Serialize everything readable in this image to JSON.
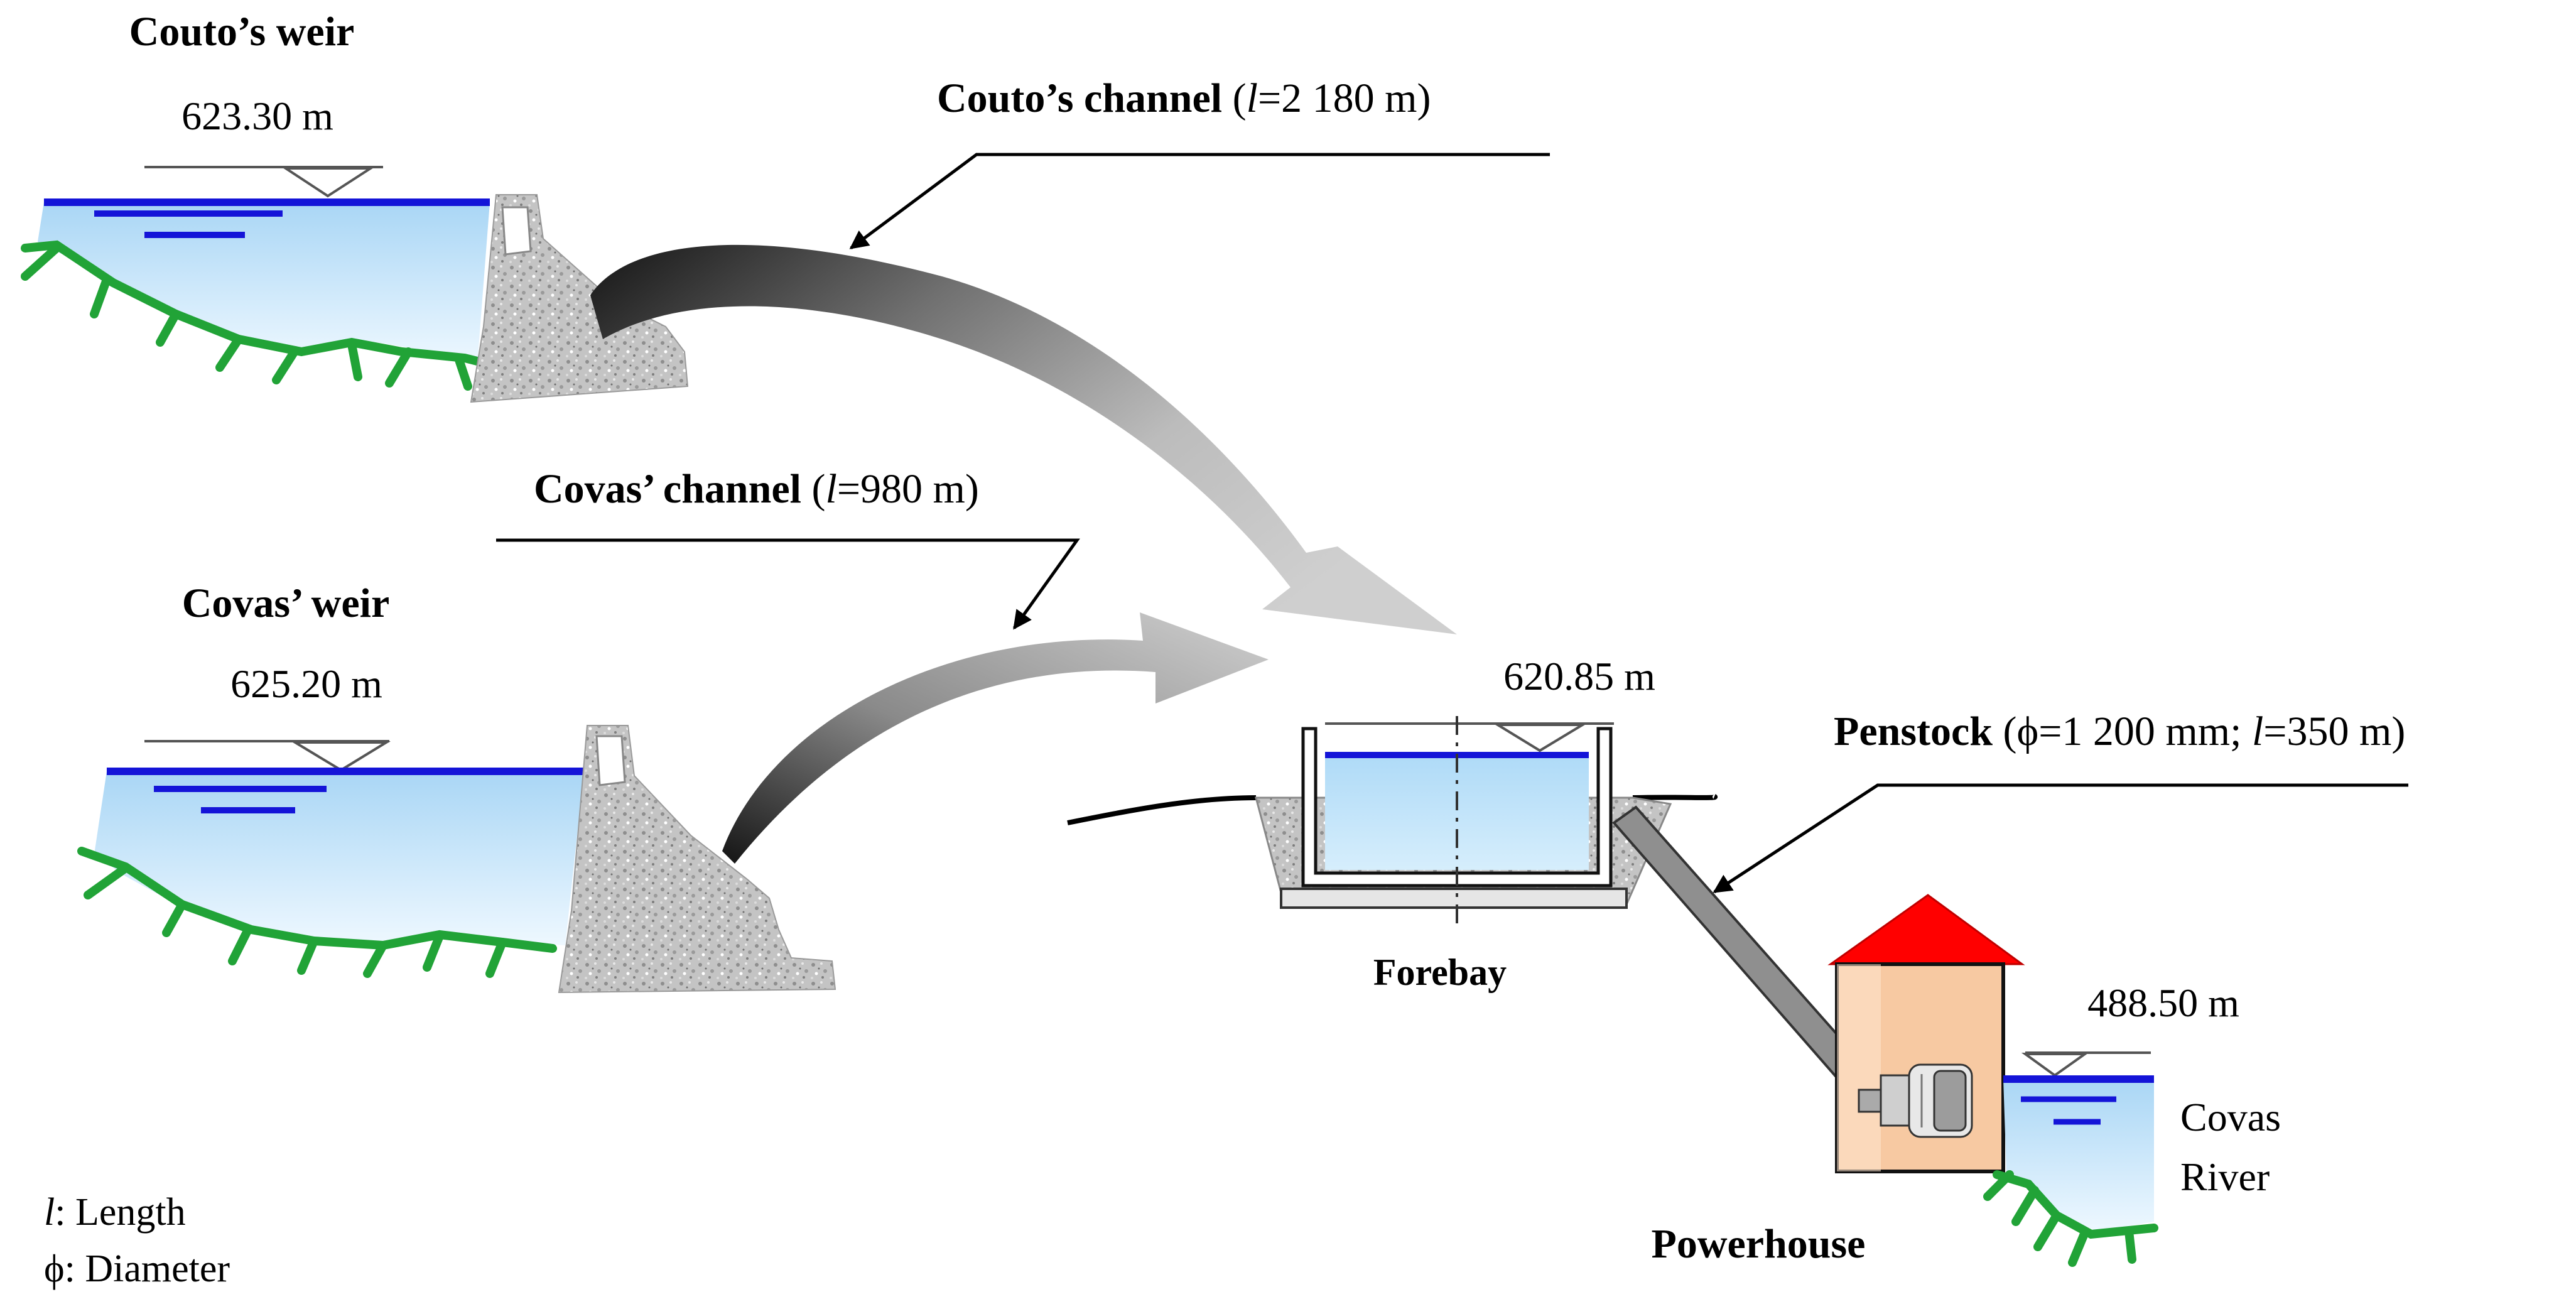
{
  "weirs": {
    "couto": {
      "title": "Couto’s weir",
      "level": "623.30 m"
    },
    "covas": {
      "title": "Covas’ weir",
      "level": "625.20 m"
    }
  },
  "channels": {
    "couto": {
      "name": "Couto’s channel",
      "open": " (",
      "l_symbol": "l",
      "value": "=2 180 m)"
    },
    "covas": {
      "name": "Covas’ channel",
      "open": " (",
      "l_symbol": "l",
      "value": "=980 m)"
    }
  },
  "forebay": {
    "label": "Forebay",
    "level": "620.85 m"
  },
  "penstock": {
    "name": "Penstock",
    "open": " (",
    "phi_part": "ϕ=1 200 mm; ",
    "l_symbol": "l",
    "value": "=350 m)"
  },
  "powerhouse": {
    "label": "Powerhouse"
  },
  "river": {
    "level": "488.50 m",
    "line1": "Covas",
    "line2": "River"
  },
  "legend": {
    "length_symbol": "l",
    "length_text": ": Length",
    "diameter_text": "ϕ: Diameter"
  },
  "colors": {
    "water_top": "#a9d6f5",
    "water_bottom": "#e9f5fd",
    "water_line": "#1414d8",
    "grass": "#21a337",
    "concrete": "#b9b9b9",
    "roof": "#ff0000",
    "house": "#f6c9a2",
    "arrow_light": "#bdbdbd",
    "arrow_dark": "#1a1a1a"
  }
}
